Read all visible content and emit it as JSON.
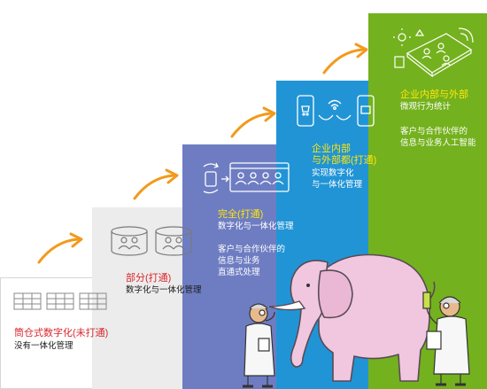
{
  "stages": [
    {
      "title": "筒仓式数字化(未打通)",
      "lines": [
        "没有一体化管理"
      ]
    },
    {
      "title": "部分(打通)",
      "lines": [
        "数字化与一体化管理"
      ]
    },
    {
      "title": "完全(打通)",
      "lines": [
        "数字化与一体化管理",
        "",
        "客户与合作伙伴的",
        "信息与业务",
        "直通式处理"
      ]
    },
    {
      "title_lines": [
        "企业内部",
        "与外部都(打通)"
      ],
      "lines": [
        "实现数字化",
        "与一体化管理"
      ]
    },
    {
      "title": "企业内部与外部",
      "lines": [
        "微观行为统计",
        "",
        "客户与合作伙伴的",
        "信息与业务人工智能"
      ]
    }
  ],
  "colors": {
    "stage1": "#ffffff",
    "stage2": "#ececec",
    "stage3": "#6e7dc2",
    "stage4": "#2194d6",
    "stage5": "#74b11e",
    "arrow": "#f29a1c",
    "highlight_red": "#d9262d",
    "highlight_yellow": "#ffe60a"
  },
  "icons": [
    "spreadsheet-icon",
    "database-icon",
    "people-sync-icon",
    "mobile-payment-icon",
    "smartphone-network-icon",
    "elephant-illustration",
    "scientist-illustration"
  ]
}
